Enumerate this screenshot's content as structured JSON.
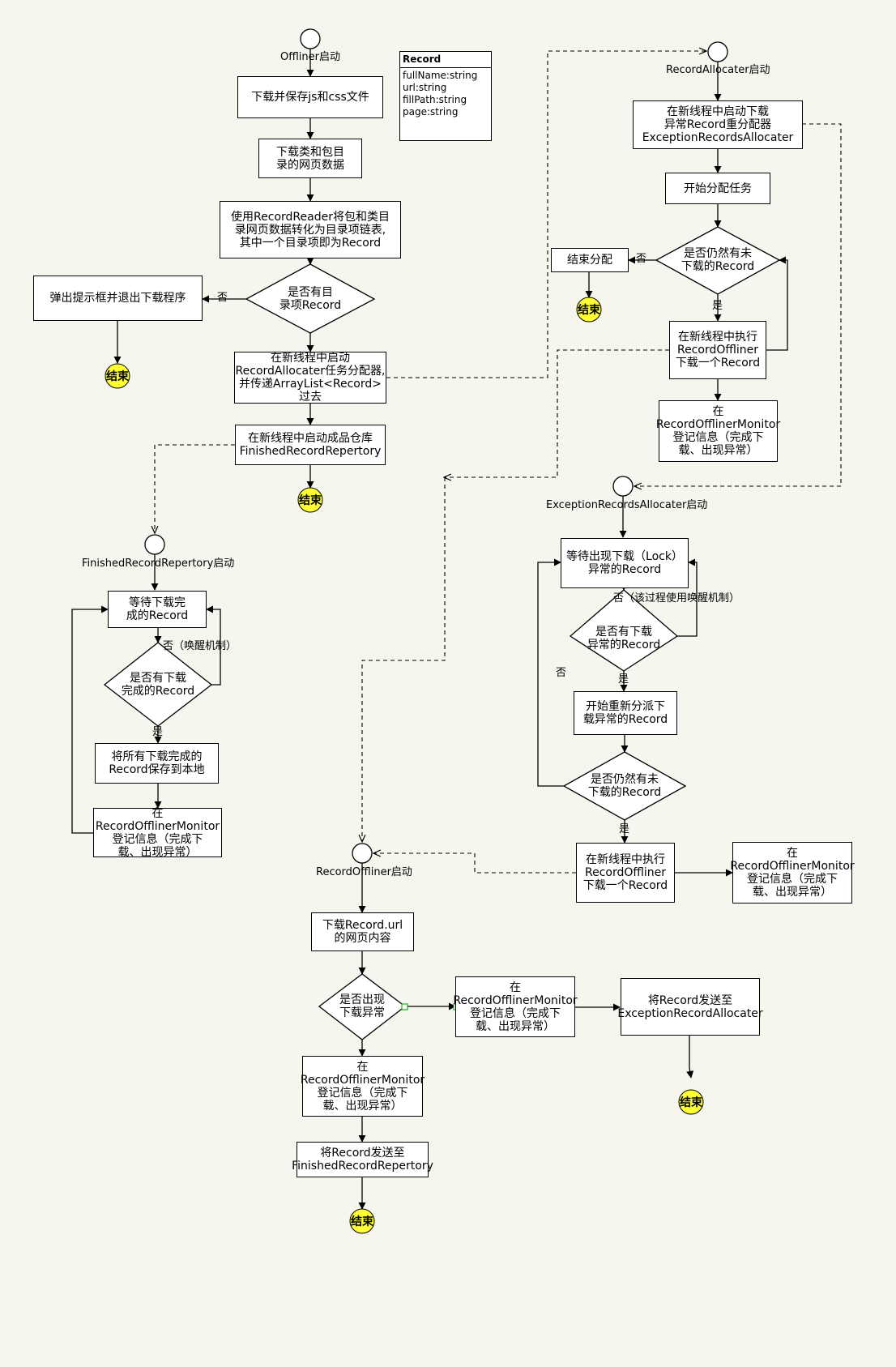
{
  "record_class": {
    "title": "Record",
    "fields": [
      "fullName:string",
      "url:string",
      "fillPath:string",
      "page:string"
    ]
  },
  "starts": {
    "offliner": "Offliner启动",
    "record_allocater": "RecordAllocater启动",
    "finished_repertory": "FinishedRecordRepertory启动",
    "exception_allocater": "ExceptionRecordsAllocater启动",
    "record_offliner": "RecordOffliner启动"
  },
  "offliner_flow": {
    "download_js_css": "下载并保存js和css文件",
    "download_pages": "下载类和包目\n录的网页数据",
    "reader": "使用RecordReader将包和类目\n录网页数据转化为目录项链表,\n其中一个目录项即为Record",
    "has_record": "是否有目\n录项Record",
    "no_label": "否",
    "exit": "弹出提示框并退出下载程序",
    "start_allocater": "在新线程中启动\nRecordAllocater任务分配器,\n并传递ArrayList<Record>过去",
    "start_repertory": "在新线程中启动成品仓库\nFinishedRecordRepertory"
  },
  "allocater_flow": {
    "start_exception": "在新线程中启动下载\n异常Record重分配器\nExceptionRecordsAllocater",
    "begin_assign": "开始分配任务",
    "still_undownloaded": "是否仍然有未\n下载的Record",
    "no_label": "否",
    "end_assign": "结束分配",
    "yes_label": "是",
    "exec_offliner": "在新线程中执行\nRecordOffliner\n下载一个Record",
    "monitor": "在RecordOfflinerMonitor\n登记信息（完成下\n载、出现异常）"
  },
  "repertory_flow": {
    "wait_completed": "等待下载完\n成的Record",
    "no_label": "否（唤醒机制）",
    "has_completed": "是否有下载\n完成的Record",
    "yes_label": "是",
    "save_local": "将所有下载完成的\nRecord保存到本地",
    "monitor": "在RecordOfflinerMonitor\n登记信息（完成下\n载、出现异常）"
  },
  "exception_flow": {
    "wait_exception": "等待出现下载（Lock）\n异常的Record",
    "no_label": "否（该过程使用唤醒机制）",
    "has_exception": "是否有下载\n异常的Record",
    "no_left_label": "否",
    "yes_label": "是",
    "begin_reassign": "开始重新分派下\n载异常的Record",
    "still_undownloaded": "是否仍然有未\n下载的Record",
    "yes_label2": "是",
    "exec_offliner": "在新线程中执行\nRecordOffliner\n下载一个Record",
    "monitor": "在RecordOfflinerMonitor\n登记信息（完成下\n载、出现异常）"
  },
  "record_offliner_flow": {
    "download_url": "下载Record.url\n的网页内容",
    "has_error": "是否出现\n下载异常",
    "monitor_error": "在RecordOfflinerMonitor\n登记信息（完成下\n载、出现异常）",
    "send_exception": "将Record发送至\nExceptionRecordAllocater",
    "monitor_ok": "在RecordOfflinerMonitor\n登记信息（完成下\n载、出现异常）",
    "send_finished": "将Record发送至\nFinishedRecordRepertory"
  },
  "end_label": "结束",
  "colors": {
    "background": "#f6f5ee",
    "end_fill": "#ffff33",
    "connector_green": "#22aa22"
  }
}
